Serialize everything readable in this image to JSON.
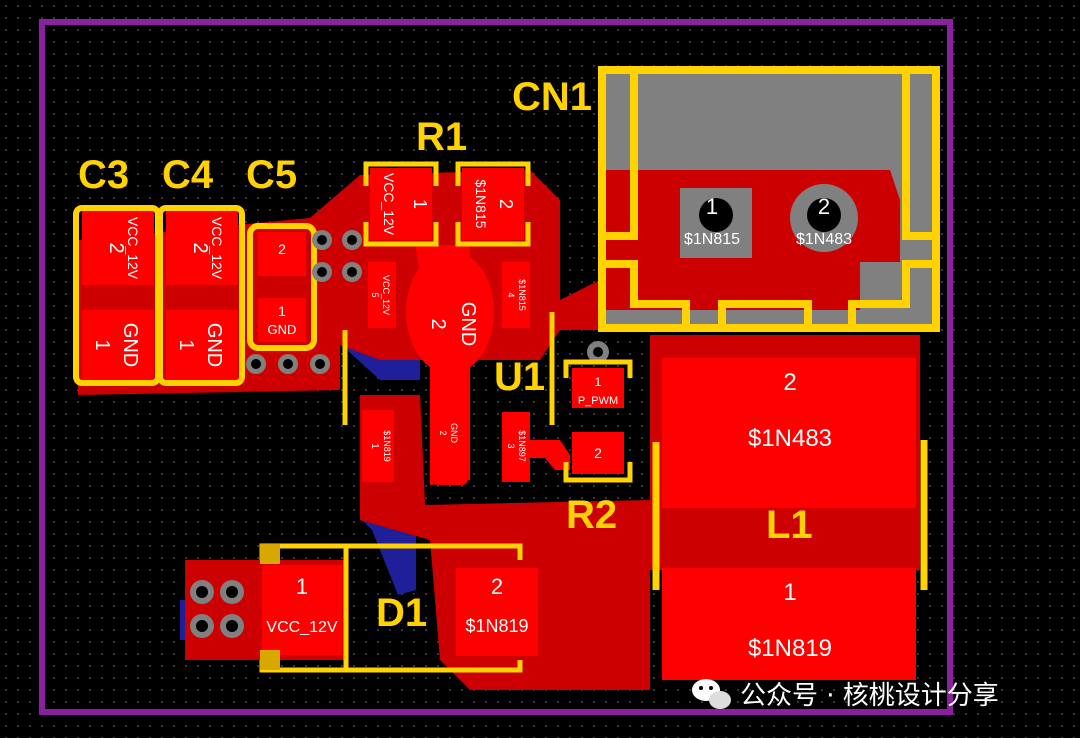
{
  "designators": {
    "c3": "C3",
    "c4": "C4",
    "c5": "C5",
    "r1": "R1",
    "r2": "R2",
    "u1": "U1",
    "cn1": "CN1",
    "l1": "L1",
    "d1": "D1"
  },
  "pads": {
    "c3_2": {
      "num": "2",
      "net": "VCC_12V"
    },
    "c3_1": {
      "num": "1",
      "net": "GND"
    },
    "c4_2": {
      "num": "2",
      "net": "VCC_12V"
    },
    "c4_1": {
      "num": "1",
      "net": "GND"
    },
    "c5_2": {
      "num": "2"
    },
    "c5_1": {
      "num": "1",
      "net": "GND"
    },
    "r1_1": {
      "num": "1",
      "net": "VCC_12V"
    },
    "r1_2": {
      "num": "2",
      "net": "$1N815"
    },
    "u1_5": {
      "num": "5",
      "net": "VCC_12V"
    },
    "u1_4": {
      "num": "4",
      "net": "$1N815"
    },
    "u1_1": {
      "num": "1",
      "net": "$1N819"
    },
    "u1_3": {
      "num": "3",
      "net": "$1N897"
    },
    "u1_gnd": {
      "num": "2",
      "net": "GND"
    },
    "u1_gnd_small": {
      "num": "2",
      "net": "GND"
    },
    "r2_1": {
      "num": "1",
      "net": "P_PWM"
    },
    "r2_2": {
      "num": "2"
    },
    "cn1_1": {
      "num": "1",
      "net": "$1N815"
    },
    "cn1_2": {
      "num": "2",
      "net": "$1N483"
    },
    "l1_2": {
      "num": "2",
      "net": "$1N483"
    },
    "l1_1": {
      "num": "1",
      "net": "$1N819"
    },
    "d1_1": {
      "num": "1",
      "net": "VCC_12V"
    },
    "d1_2": {
      "num": "2",
      "net": "$1N819"
    }
  },
  "watermark": "公众号 · 核桃设计分享",
  "colors": {
    "background": "#000000",
    "copper_top": "#ff0000",
    "copper_pour": "#cc0000",
    "copper_bottom": "#1f1f9a",
    "silkscreen": "#ffd200",
    "board_outline": "#8a1fa0",
    "through_hole": "#808080"
  },
  "icons": {
    "watermark": "wechat-icon"
  }
}
